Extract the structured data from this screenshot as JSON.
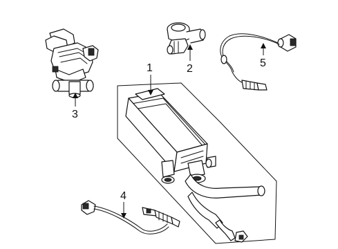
{
  "callouts": [
    {
      "id": "1",
      "label": "1"
    },
    {
      "id": "2",
      "label": "2"
    },
    {
      "id": "3",
      "label": "3"
    },
    {
      "id": "4",
      "label": "4"
    },
    {
      "id": "5",
      "label": "5"
    }
  ],
  "colors": {
    "line": "#111111",
    "fill": "#ffffff",
    "shade": "#2a2a2a"
  }
}
